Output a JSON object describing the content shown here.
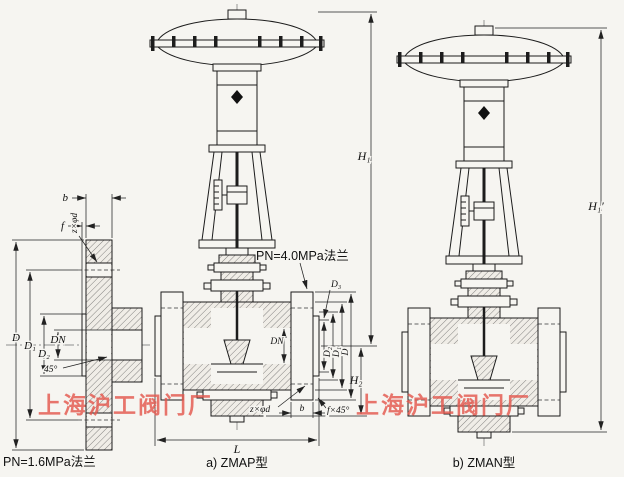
{
  "drawing": {
    "watermark": {
      "text": "上海沪工阀门厂",
      "color": "#e4584e"
    },
    "left_flange": {
      "caption": "PN=1.6MPa法兰",
      "dims": {
        "b": "b",
        "f": "f",
        "bolt_holes": "z×φd",
        "D": "D",
        "D1": "D₁",
        "D2": "D₂",
        "DN": "DN",
        "chamfer": "45°"
      }
    },
    "valve_a": {
      "caption": "a) ZMAP型",
      "dims": {
        "H1": "H₁",
        "H2": "H₂",
        "L": "L",
        "DN": "DN"
      },
      "flange_detail": {
        "label": "PN=4.0MPa法兰",
        "dims": {
          "D3": "D₃",
          "D2": "D₂",
          "D1": "D₁",
          "D": "D",
          "b": "b",
          "chamfer": "f×45°",
          "bolt_holes": "z×φd"
        }
      }
    },
    "valve_b": {
      "caption": "b) ZMAN型",
      "dims": {
        "H1_prime": "H₁′"
      }
    }
  }
}
